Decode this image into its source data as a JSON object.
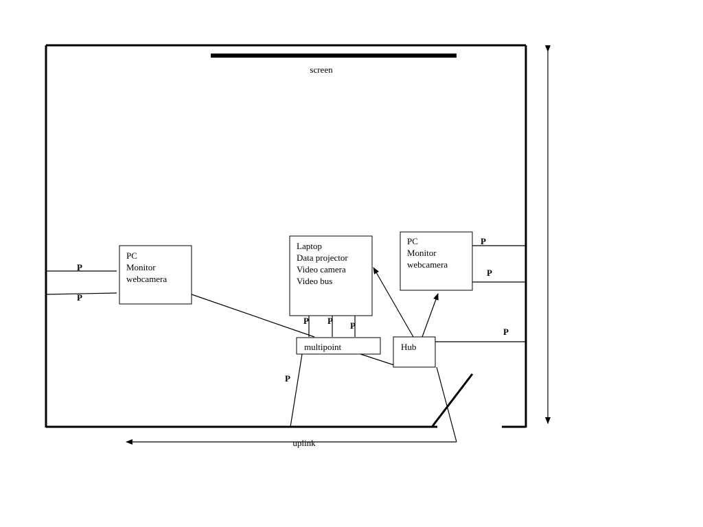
{
  "screen_label": "screen",
  "uplink_label": "uplink",
  "port_label": "P",
  "nodes": {
    "pc_left": [
      "PC",
      "Monitor",
      "webcamera"
    ],
    "laptop": [
      "Laptop",
      "Data projector",
      "Video camera",
      "Video bus"
    ],
    "pc_right": [
      "PC",
      "Monitor",
      "webcamera"
    ],
    "multipoint": "multipoint",
    "hub": "Hub"
  }
}
